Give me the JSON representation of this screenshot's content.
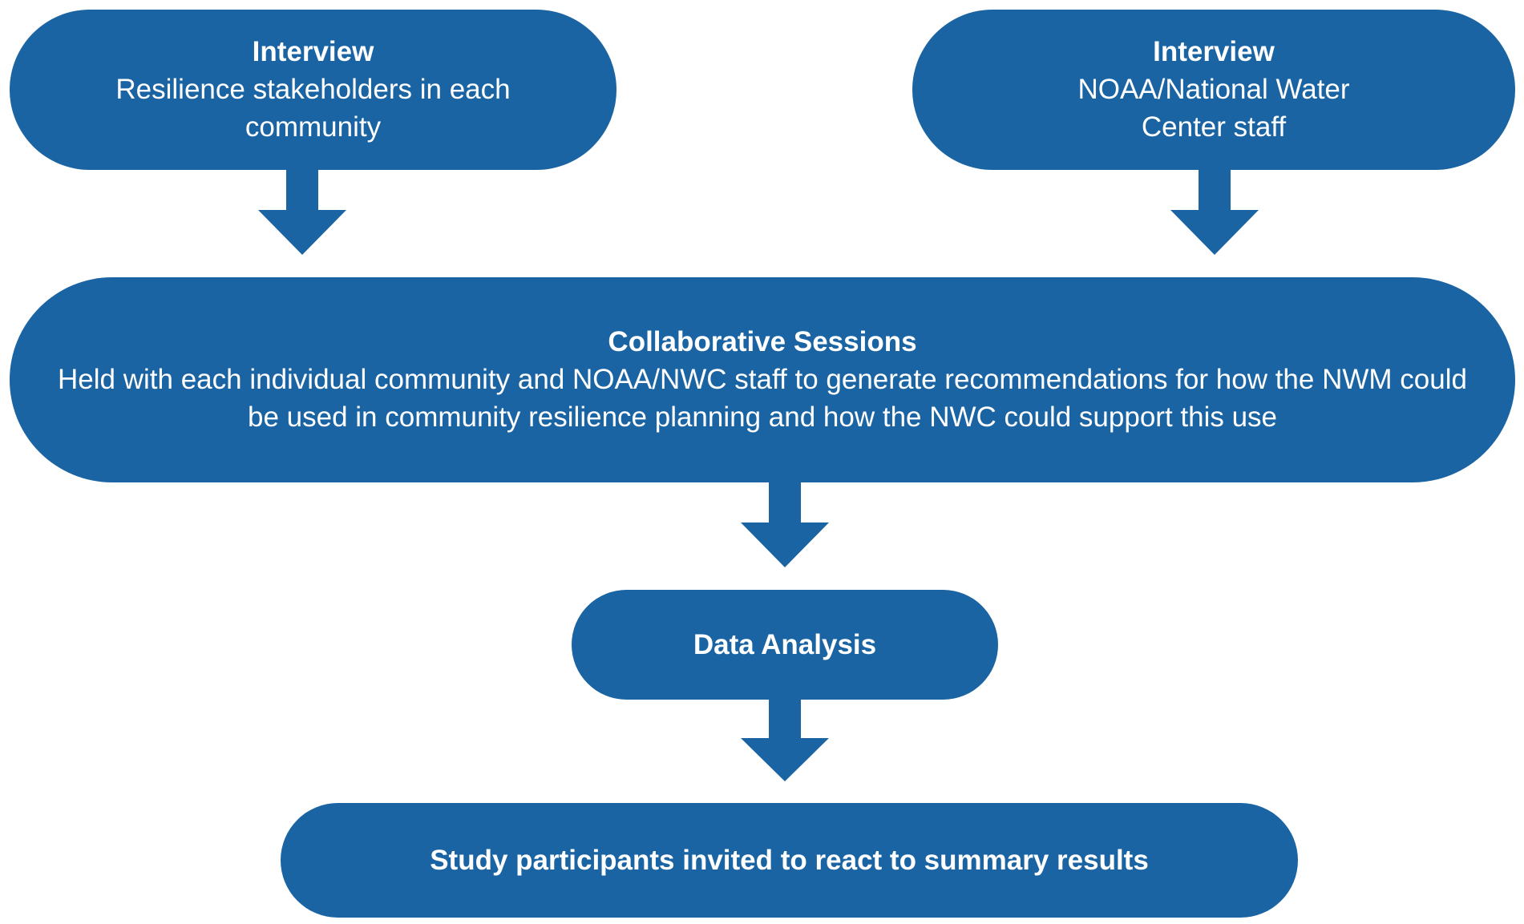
{
  "colors": {
    "box_fill": "#1a64a3",
    "box_text": "#ffffff",
    "background": "#ffffff"
  },
  "boxes": {
    "interview_left": {
      "title": "Interview",
      "body": "Resilience stakeholders in each community"
    },
    "interview_right": {
      "title": "Interview",
      "body": "NOAA/National Water Center staff"
    },
    "collaborative": {
      "title": "Collaborative Sessions",
      "body": "Held with each individual community and NOAA/NWC staff to generate recommendations for how the NWM could be used in community resilience planning and how the NWC could support this use"
    },
    "analysis": {
      "title": "Data Analysis"
    },
    "results": {
      "title": "Study participants invited to react to summary results"
    }
  },
  "flow": [
    [
      "interview_left",
      "collaborative"
    ],
    [
      "interview_right",
      "collaborative"
    ],
    [
      "collaborative",
      "analysis"
    ],
    [
      "analysis",
      "results"
    ]
  ]
}
